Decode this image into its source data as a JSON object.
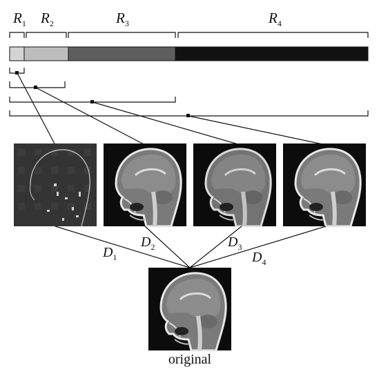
{
  "range_labels": [
    {
      "letter": "R",
      "sub": "1"
    },
    {
      "letter": "R",
      "sub": "2"
    },
    {
      "letter": "R",
      "sub": "3"
    },
    {
      "letter": "R",
      "sub": "4"
    }
  ],
  "bar_segment_colors": [
    "#d4d4d4",
    "#bdbdbd",
    "#5e5e5e",
    "#111111"
  ],
  "distance_labels": [
    {
      "letter": "D",
      "sub": "1"
    },
    {
      "letter": "D",
      "sub": "2"
    },
    {
      "letter": "D",
      "sub": "3"
    },
    {
      "letter": "D",
      "sub": "4"
    }
  ],
  "images": [
    {
      "icon": "mri-range-1-sparse-icon"
    },
    {
      "icon": "mri-range-2-icon"
    },
    {
      "icon": "mri-range-3-icon"
    },
    {
      "icon": "mri-range-4-icon"
    }
  ],
  "original_caption": "original"
}
